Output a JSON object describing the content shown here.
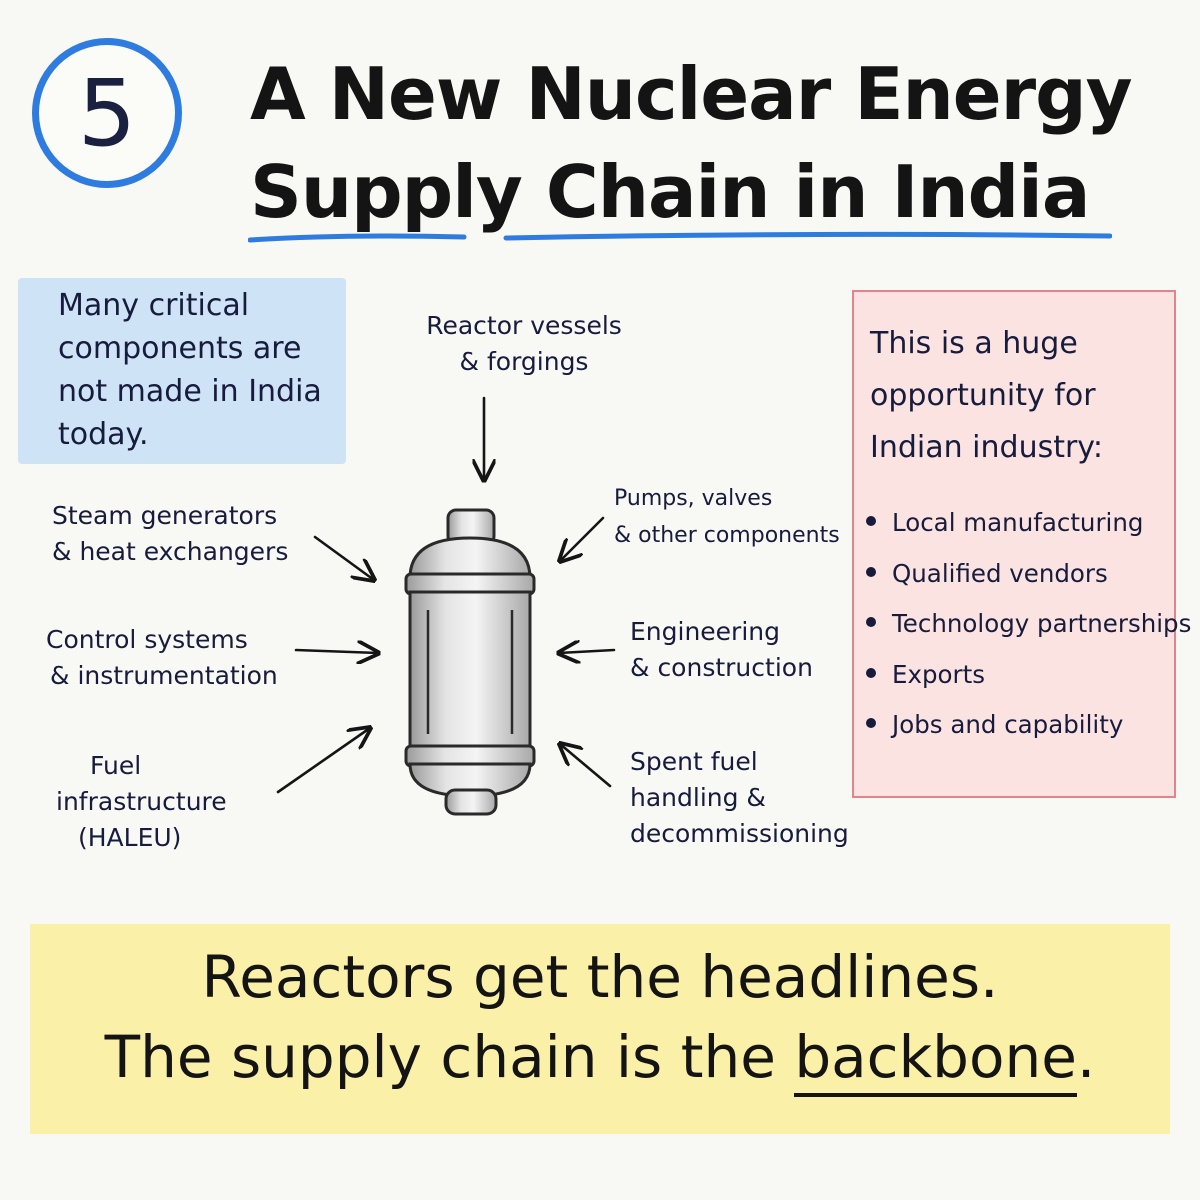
{
  "badge": {
    "number": "5"
  },
  "title": {
    "line1": "A New Nuclear Energy",
    "line2": "Supply Chain in India"
  },
  "left_note": {
    "text": "Many critical components are not made in India today."
  },
  "diagram": {
    "top": {
      "line1": "Reactor vessels",
      "line2": "& forgings"
    },
    "left": [
      {
        "line1": "Steam generators",
        "line2": "& heat exchangers"
      },
      {
        "line1": "Control systems",
        "line2": "& instrumentation"
      },
      {
        "line1": "Fuel",
        "line2": "infrastructure",
        "line3": "(HALEU)"
      }
    ],
    "right": [
      {
        "line1": "Pumps, valves",
        "line2": "& other components"
      },
      {
        "line1": "Engineering",
        "line2": "& construction"
      },
      {
        "line1": "Spent fuel",
        "line2": "handling &",
        "line3": "decommissioning"
      }
    ]
  },
  "right_note": {
    "heading": "This is a huge opportunity for Indian industry:",
    "items": [
      "Local manufacturing",
      "Qualified vendors",
      "Technology partnerships",
      "Exports",
      "Jobs and capability"
    ]
  },
  "banner": {
    "line1": "Reactors get the headlines.",
    "line2_prefix": "The supply chain is the ",
    "line2_emphasis": "backbone",
    "line2_suffix": "."
  },
  "colors": {
    "accent_blue": "#2f7ce0",
    "note_blue": "#cfe3f7",
    "note_pink": "#fbe3e2",
    "note_pink_border": "#e3848a",
    "banner_yellow": "#faf0a8",
    "ink": "#171b3c"
  }
}
